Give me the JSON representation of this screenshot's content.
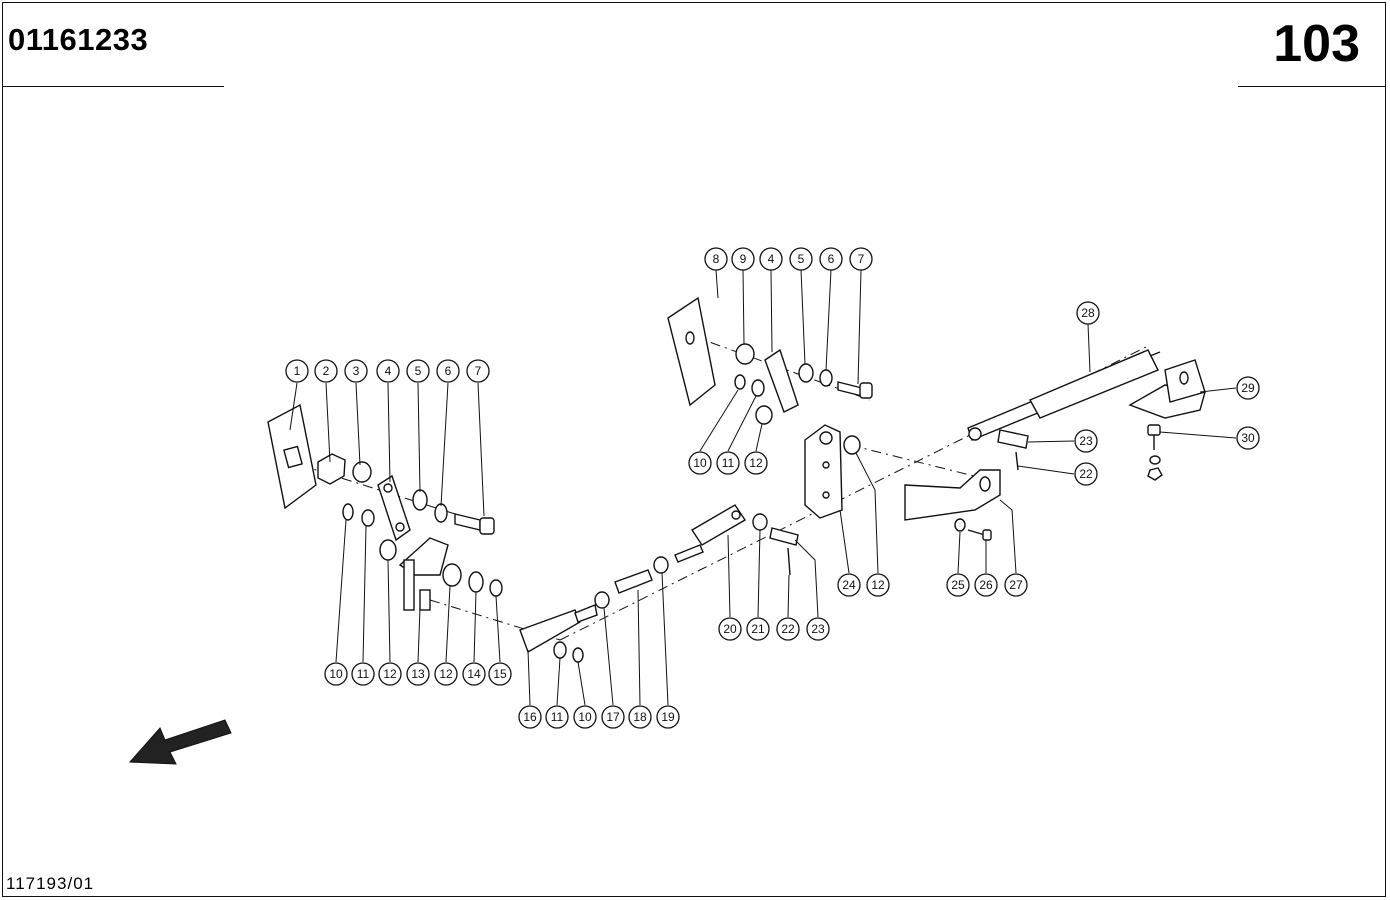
{
  "header": {
    "part_number": "01161233",
    "page_number": "103"
  },
  "footer": {
    "drawing_reference": "117193/01"
  },
  "callouts": [
    "1",
    "2",
    "3",
    "4",
    "5",
    "6",
    "7",
    "8",
    "9",
    "10",
    "11",
    "12",
    "13",
    "14",
    "15",
    "16",
    "17",
    "18",
    "19",
    "20",
    "21",
    "22",
    "23",
    "24",
    "25",
    "26",
    "27",
    "28",
    "29",
    "30"
  ],
  "icons": {
    "direction_arrow": "arrow-down-left-icon"
  }
}
